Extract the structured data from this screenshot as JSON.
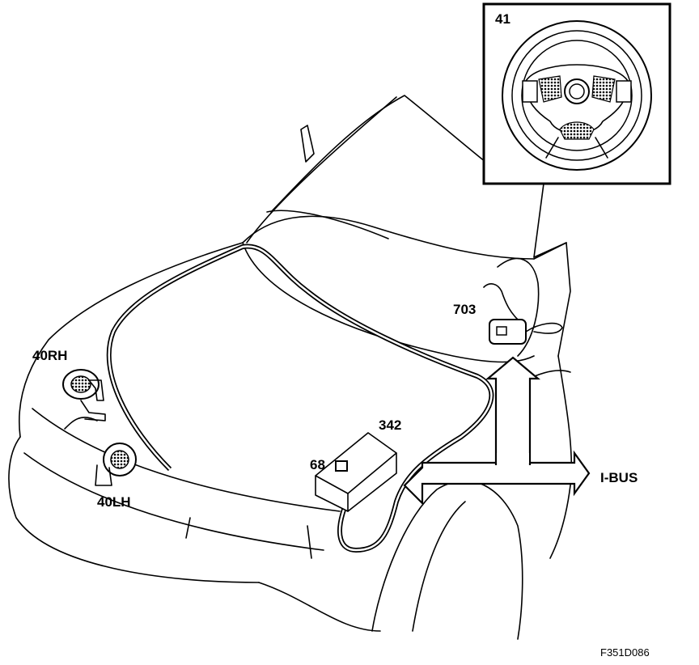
{
  "labels": {
    "steering_wheel": "41",
    "horn_right": "40RH",
    "horn_left": "40LH",
    "clock_spring": "703",
    "control_module": "342",
    "connector": "68",
    "bus": "I-BUS"
  },
  "figure_ref": "F351D086",
  "colors": {
    "line": "#000000",
    "background": "#ffffff",
    "shading": "#222222"
  }
}
